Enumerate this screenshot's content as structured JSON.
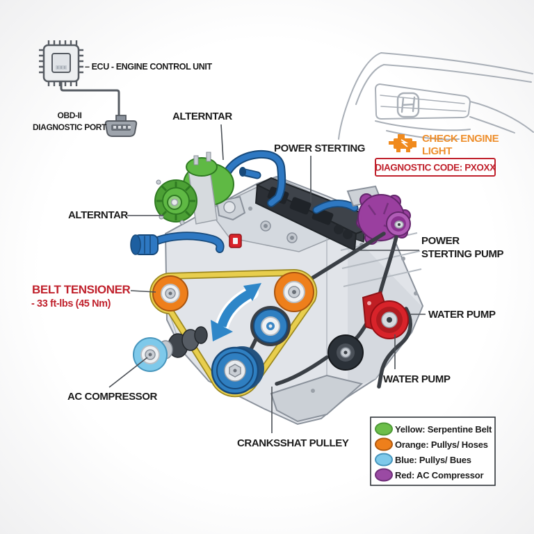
{
  "labels": {
    "ecu": "– ECU - ENGINE CONTROL UNIT",
    "obd_line1": "OBD-II",
    "obd_line2": "DIAGNOSTIC PORT",
    "alternator_top": "ALTERNTAR",
    "alternator_side": "ALTERNTAR",
    "power_steering": "POWER STERTING",
    "power_steering_pump_line1": "POWER",
    "power_steering_pump_line2": "STERTING PUMP",
    "belt_tensioner_line1": "BELT TENSIONER",
    "belt_tensioner_line2": "- 33 ft-lbs (45 Nm)",
    "water_pump_right": "WATER PUMP",
    "water_pump_bottom": "WATER PUMP",
    "ac_compressor": "AC COMPRESSOR",
    "crankshaft_pulley": "CRANKSSHAT PULLEY"
  },
  "warning": {
    "check_engine_line1": "CHECK ENGINE",
    "check_engine_line2": "LIGHT",
    "diagnostic_code": "DIAGNOSTIC CODE: PXOXX"
  },
  "legend": {
    "items": [
      {
        "color": "#6CBE4A",
        "label": "Yellow: Serpentine Belt"
      },
      {
        "color": "#EE7F1B",
        "label": "Orange: Pullys/ Hoses"
      },
      {
        "color": "#7EC9EA",
        "label": "Blue: Pullys/ Bues"
      },
      {
        "color": "#9A4AA3",
        "label": "Red: AC Compressor"
      }
    ]
  },
  "icons": {
    "ecu_chip": "microchip-icon",
    "obd_connector": "obd-plug-icon",
    "check_engine": "engine-warning-icon",
    "brand_emblem": "H",
    "belt_direction": "curved-arrow-icon"
  },
  "colors": {
    "serpentine_belt": "#E8CE4D",
    "pulley_orange": "#EE7F1B",
    "pulley_blue": "#2F7FC1",
    "pulley_light_blue": "#7EC9EA",
    "water_pump_red": "#D8232A",
    "alternator_green": "#5FB944",
    "power_steering_purple": "#9A3F9F",
    "hose_blue": "#2E78C2",
    "warning_orange": "#EE8F2D",
    "alert_red": "#C0212C",
    "label_text": "#1B1B1B"
  }
}
